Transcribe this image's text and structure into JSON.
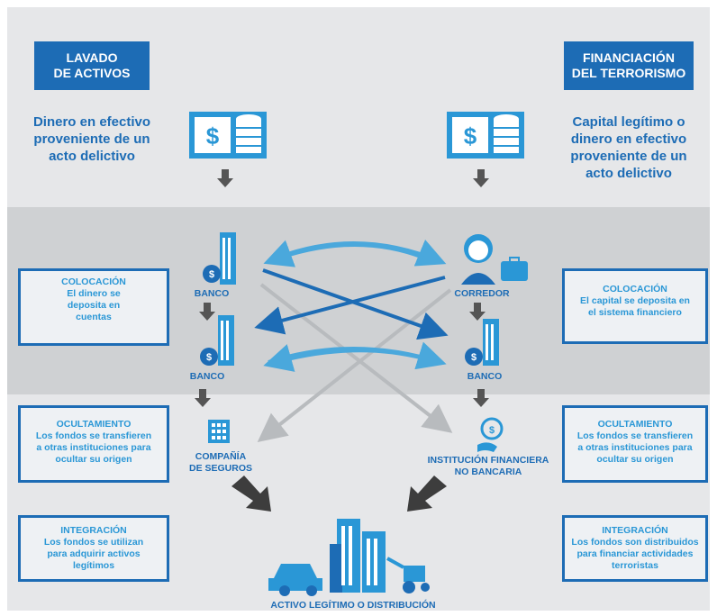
{
  "left_title": [
    "LAVADO",
    "DE ACTIVOS"
  ],
  "right_title": [
    "FINANCIACIÓN",
    "DEL TERRORISMO"
  ],
  "left_source": [
    "Dinero en efectivo",
    "proveniente de un",
    "acto delictivo"
  ],
  "right_source": [
    "Capital legítimo o",
    "dinero en efectivo",
    "proveniente de un",
    "acto delictivo"
  ],
  "nodes": {
    "banco_top": "BANCO",
    "corredor": "CORREDOR",
    "banco_left_mid": "BANCO",
    "banco_right_mid": "BANCO",
    "compania": [
      "COMPAÑÍA",
      "DE SEGUROS"
    ],
    "institucion": [
      "INSTITUCIÓN FINANCIERA",
      "NO BANCARIA"
    ],
    "destino": "ACTIVO LEGÍTIMO O DISTRIBUCIÓN"
  },
  "stages": {
    "left_colocacion": {
      "title": "COLOCACIÓN",
      "lines": [
        "El dinero se",
        "deposita en",
        "cuentas"
      ]
    },
    "right_colocacion": {
      "title": "COLOCACIÓN",
      "lines": [
        "El capital se deposita en",
        "el sistema financiero"
      ]
    },
    "left_ocultamiento": {
      "title": "OCULTAMIENTO",
      "lines": [
        "Los fondos se transfieren",
        "a otras instituciones para",
        "ocultar su origen"
      ]
    },
    "right_ocultamiento": {
      "title": "OCULTAMIENTO",
      "lines": [
        "Los fondos se transfieren",
        "a otras instituciones para",
        "ocultar su origen"
      ]
    },
    "left_integracion": {
      "title": "INTEGRACIÓN",
      "lines": [
        "Los fondos se utilizan",
        "para adquirir activos",
        "legítimos"
      ]
    },
    "right_integracion": {
      "title": "INTEGRACIÓN",
      "lines": [
        "Los fondos son distribuidos",
        "para financiar actividades",
        "terroristas"
      ]
    }
  },
  "icons": {
    "cash": "cash-coins-icon",
    "bank": "bank-building-icon",
    "broker": "broker-person-icon",
    "insurance": "insurance-building-icon",
    "nonbank": "money-bag-hand-icon",
    "car": "car-icon",
    "city": "city-buildings-icon",
    "tractor": "tractor-icon"
  },
  "colors": {
    "dark_blue": "#1d6cb5",
    "light_blue": "#2a97d6",
    "arrow_blue": "#4aa8dc",
    "gray_arrow": "#b8bbbe"
  }
}
